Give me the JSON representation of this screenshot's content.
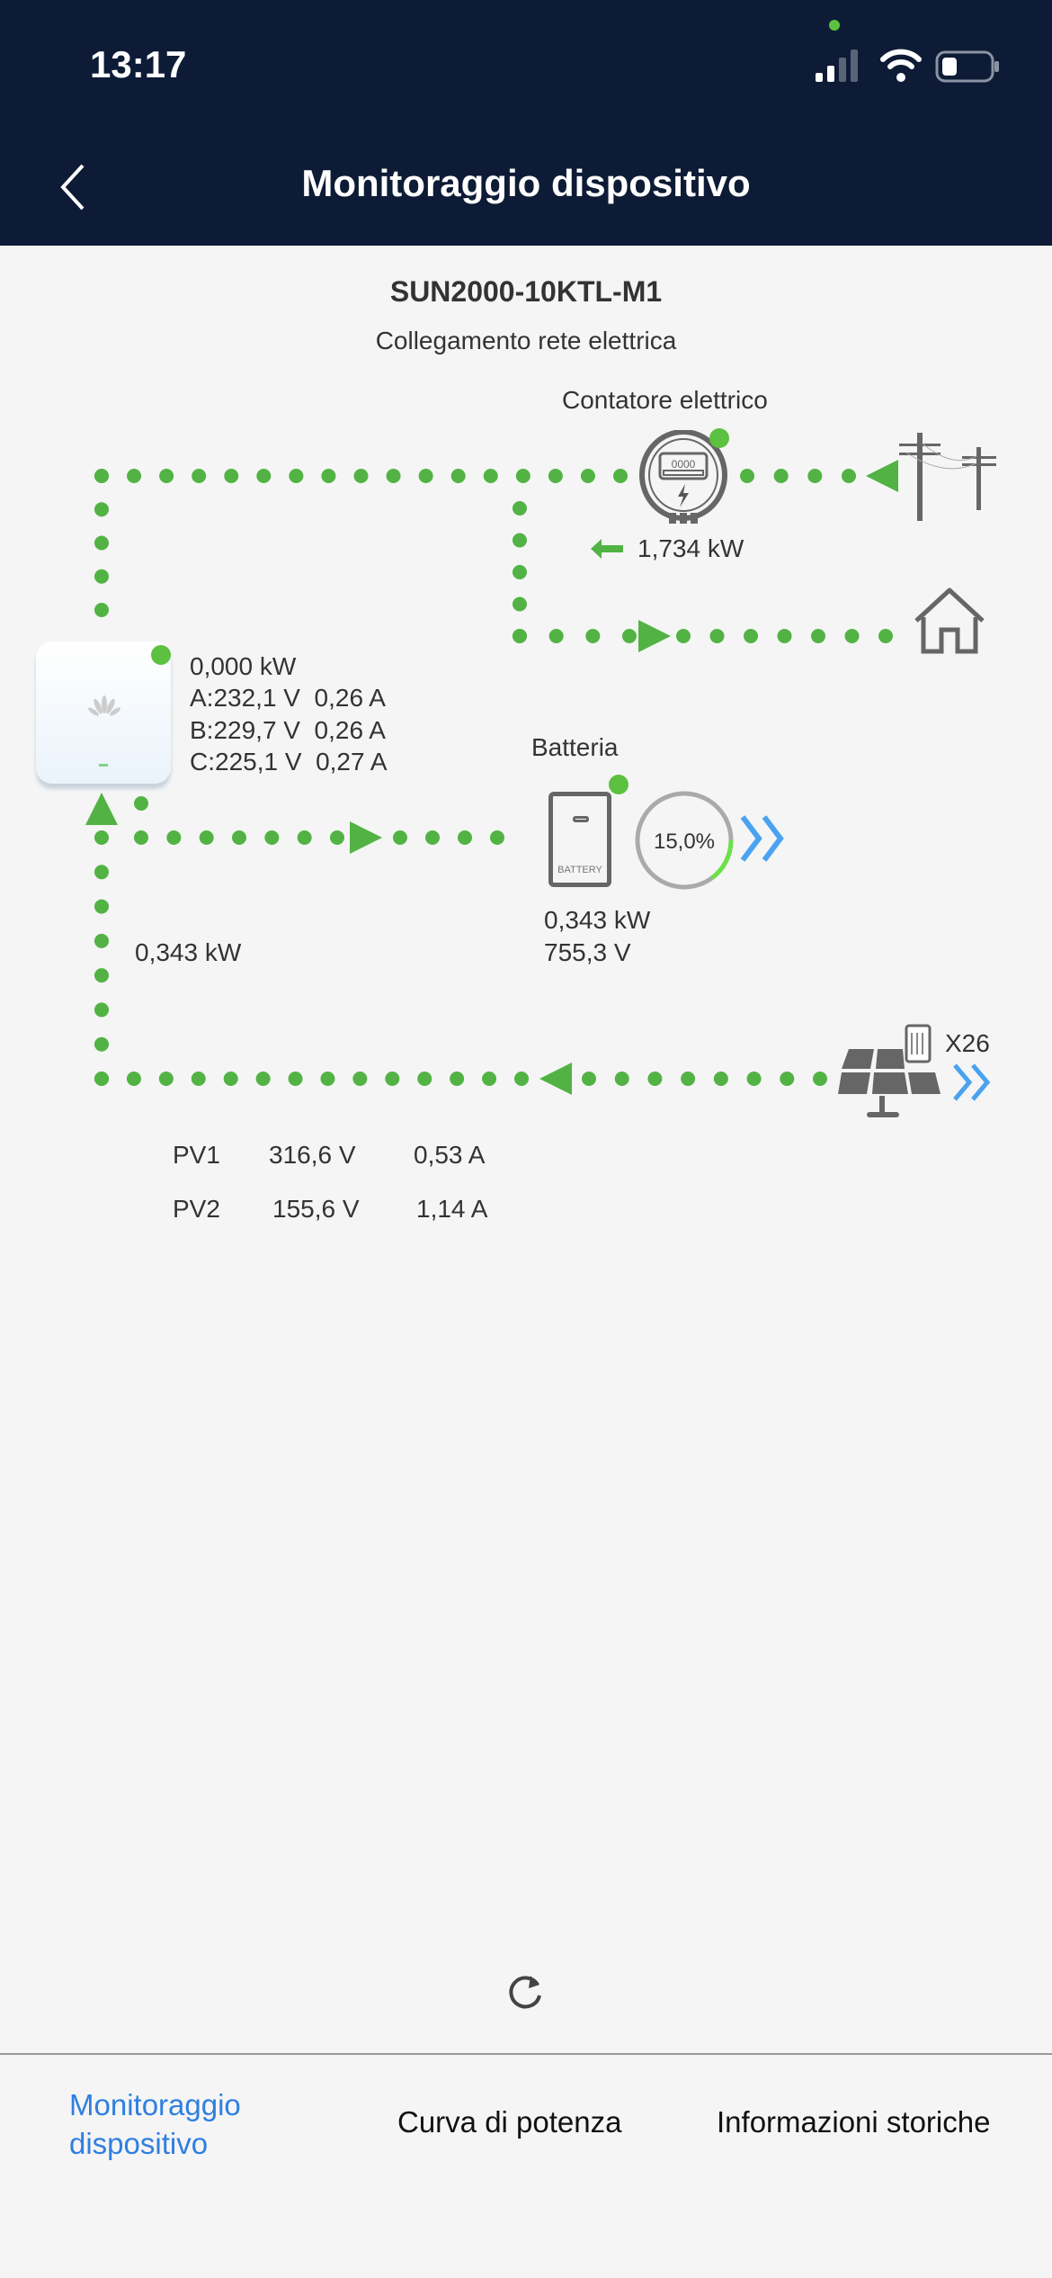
{
  "status_bar": {
    "time": "13:17"
  },
  "header": {
    "title": "Monitoraggio dispositivo"
  },
  "device": {
    "model": "SUN2000-10KTL-M1",
    "connection": "Collegamento rete elettrica"
  },
  "meter": {
    "label": "Contatore elettrico",
    "power": "1,734 kW",
    "digits": "0000"
  },
  "inverter": {
    "power": "0,000 kW",
    "phases": [
      "A:232,1 V  0,26 A",
      "B:229,7 V  0,26 A",
      "C:225,1 V  0,27 A"
    ]
  },
  "battery": {
    "label": "Batteria",
    "soc_text": "15,0%",
    "soc": 15.0,
    "power": "0,343 kW",
    "voltage": "755,3 V",
    "icon_text": "BATTERY"
  },
  "pv_line": {
    "power": "0,343 kW"
  },
  "pv": {
    "count": "X26",
    "strings": [
      {
        "name": "PV1",
        "voltage": "316,6 V",
        "current": "0,53 A"
      },
      {
        "name": "PV2",
        "voltage": "155,6 V",
        "current": "1,14 A"
      }
    ]
  },
  "tabs": [
    {
      "label": "Monitoraggio dispositivo",
      "active": true
    },
    {
      "label": "Curva di potenza"
    },
    {
      "label": "Informazioni storiche"
    }
  ],
  "colors": {
    "flow": "#52b344",
    "accent": "#2f7fe0",
    "header": "#0d1b36",
    "chevron": "#4aa3f0"
  }
}
